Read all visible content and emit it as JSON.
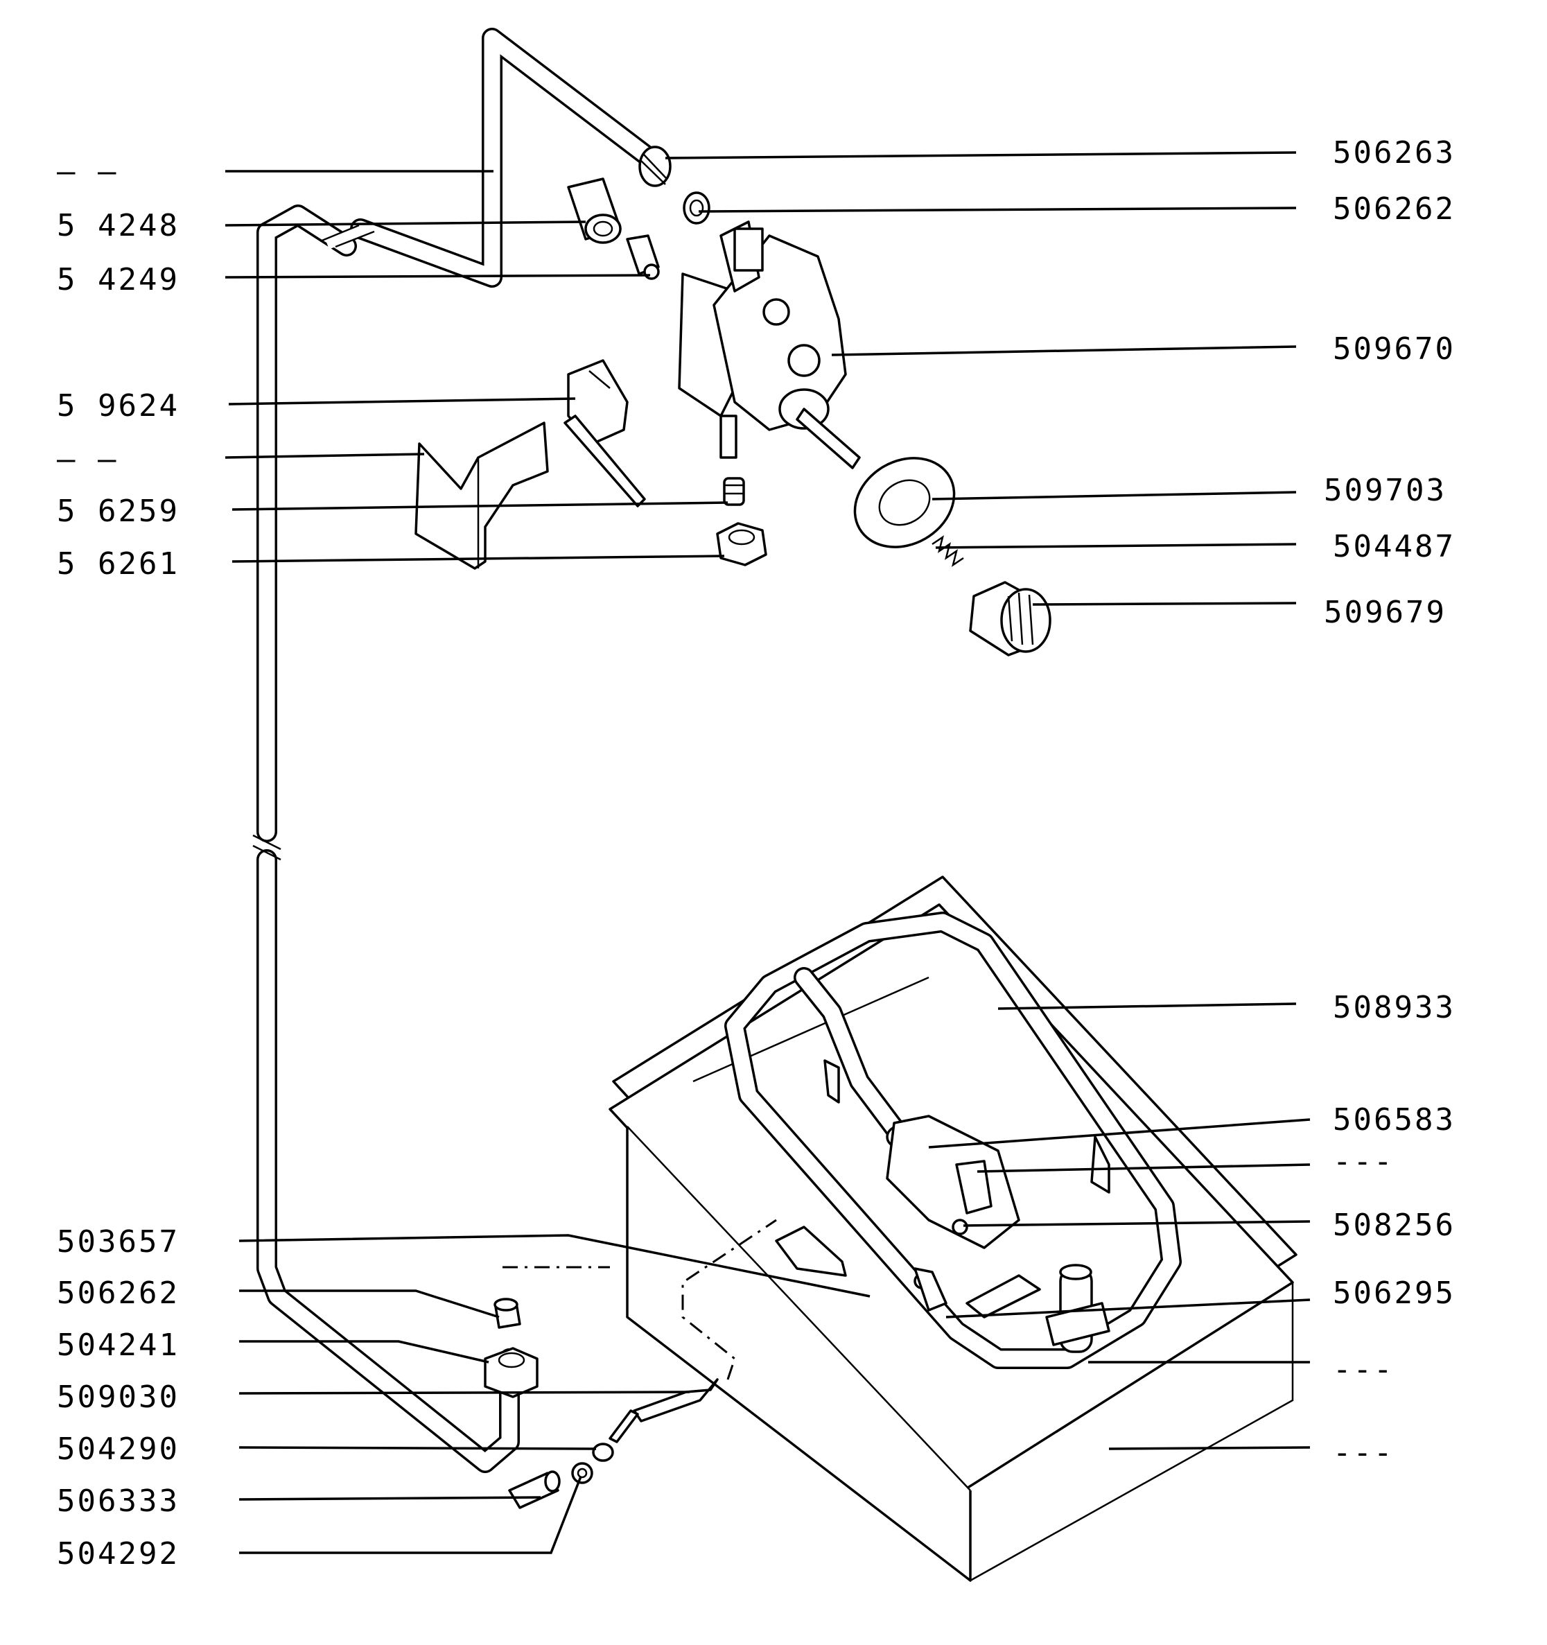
{
  "labels_left": [
    {
      "id": "l-dash-1",
      "text": "– –"
    },
    {
      "id": "l-514248",
      "text": "5 4248"
    },
    {
      "id": "l-514249",
      "text": "5 4249"
    },
    {
      "id": "l-509624",
      "text": "5 9624"
    },
    {
      "id": "l-dash-2",
      "text": "– –"
    },
    {
      "id": "l-516259",
      "text": "5 6259"
    },
    {
      "id": "l-516261",
      "text": "5 6261"
    },
    {
      "id": "l-503657",
      "text": "503657"
    },
    {
      "id": "l-506262b",
      "text": "506262"
    },
    {
      "id": "l-504241",
      "text": "504241"
    },
    {
      "id": "l-509030",
      "text": "509030"
    },
    {
      "id": "l-504290",
      "text": "504290"
    },
    {
      "id": "l-506333",
      "text": "506333"
    },
    {
      "id": "l-504292",
      "text": "504292"
    }
  ],
  "labels_right": [
    {
      "id": "r-506263",
      "text": "506263"
    },
    {
      "id": "r-506262",
      "text": "506262"
    },
    {
      "id": "r-509670",
      "text": "509670"
    },
    {
      "id": "r-509703",
      "text": "509703"
    },
    {
      "id": "r-504487",
      "text": "504487"
    },
    {
      "id": "r-509679",
      "text": "509679"
    },
    {
      "id": "r-508933",
      "text": "508933"
    },
    {
      "id": "r-506583",
      "text": "506583"
    },
    {
      "id": "r-dash-1",
      "text": "---"
    },
    {
      "id": "r-508256",
      "text": "508256"
    },
    {
      "id": "r-506295",
      "text": "506295"
    },
    {
      "id": "r-dash-2",
      "text": "---"
    },
    {
      "id": "r-dash-3",
      "text": "---"
    }
  ]
}
